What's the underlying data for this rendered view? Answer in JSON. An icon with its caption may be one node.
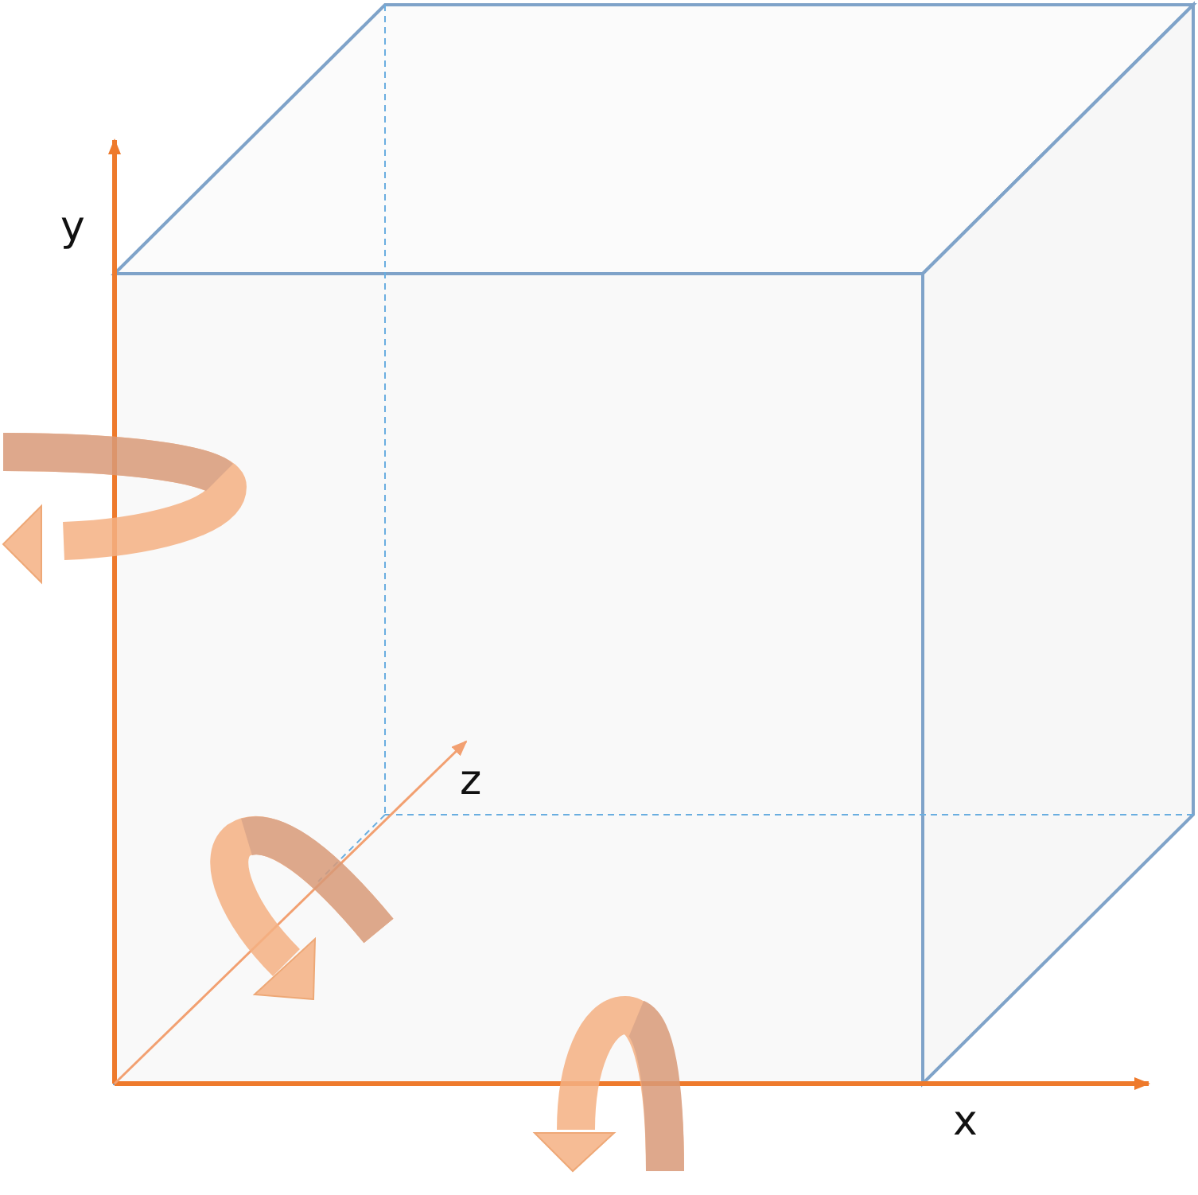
{
  "diagram": {
    "labels": [
      "y",
      "z",
      "x"
    ]
  }
}
